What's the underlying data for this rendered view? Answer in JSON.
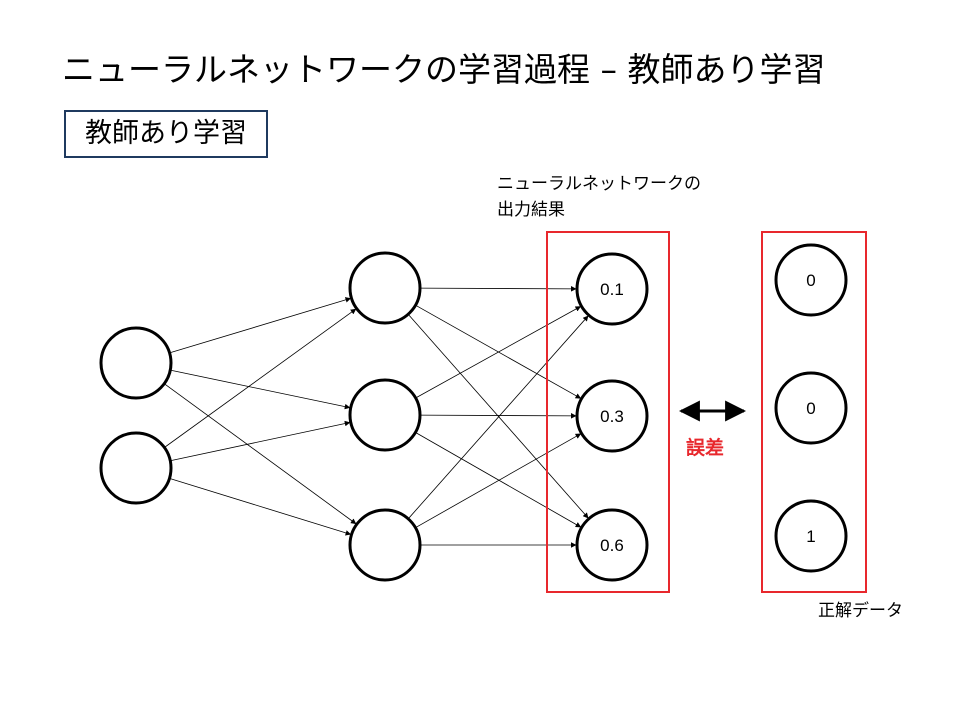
{
  "slide": {
    "title": "ニューラルネットワークの学習過程 – 教師あり学習",
    "badge": "教師あり学習",
    "output_label_line1": "ニューラルネットワークの",
    "output_label_line2": "出力結果",
    "error_label": "誤差",
    "truth_label": "正解データ"
  },
  "outputs": [
    "0.1",
    "0.3",
    "0.6"
  ],
  "targets": [
    "0",
    "0",
    "1"
  ],
  "colors": {
    "highlight_box": "#e8282d",
    "error_text": "#e8282d",
    "badge_border": "#1f3a5f"
  }
}
